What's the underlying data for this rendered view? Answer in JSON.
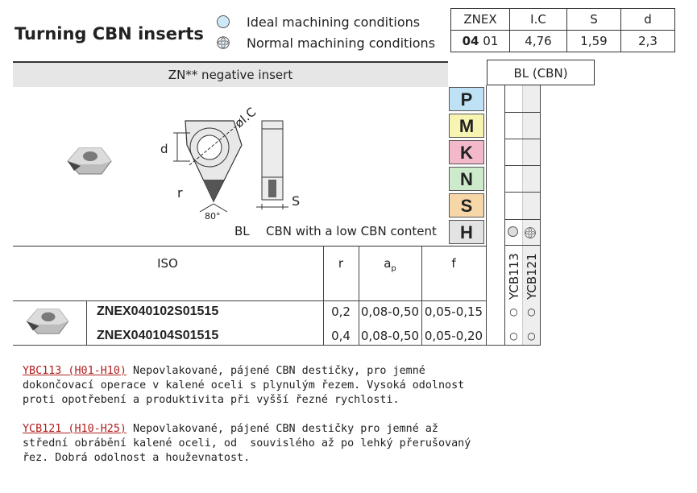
{
  "title": "Turning CBN inserts",
  "legend": {
    "ideal": "Ideal machining conditions",
    "normal": "Normal machining conditions"
  },
  "header_table": {
    "headers": [
      "ZNEX",
      "I.C",
      "S",
      "d"
    ],
    "code_bold": "04",
    "code_rest": "01",
    "values": [
      "4,76",
      "1,59",
      "2,3"
    ]
  },
  "band_label": "ZN** negative insert",
  "bl_label": "BL (CBN)",
  "materials": [
    {
      "letter": "P",
      "color": "#bfe1f5"
    },
    {
      "letter": "M",
      "color": "#f7f3b0"
    },
    {
      "letter": "K",
      "color": "#f3b9cb"
    },
    {
      "letter": "N",
      "color": "#cdeacb"
    },
    {
      "letter": "S",
      "color": "#f7d6a8"
    },
    {
      "letter": "H",
      "color": "#e3e3e3"
    }
  ],
  "drawing_labels": {
    "ic": "øI.C",
    "d": "d",
    "r": "r",
    "angle": "80°",
    "s": "S"
  },
  "bl_caption": {
    "code": "BL",
    "text": "CBN with a low CBN content"
  },
  "table_headers": {
    "iso": "ISO",
    "r": "r",
    "ap_main": "a",
    "ap_sub": "p",
    "f": "f"
  },
  "grades": [
    "YCB113",
    "YCB121"
  ],
  "rows": [
    {
      "code": "ZNEX040102S01515",
      "r": "0,2",
      "ap": "0,08-0,50",
      "f": "0,05-0,15",
      "m1": "○",
      "m2": "○"
    },
    {
      "code": "ZNEX040104S01515",
      "r": "0,4",
      "ap": "0,08-0,50",
      "f": "0,05-0,20",
      "m1": "○",
      "m2": "○"
    }
  ],
  "notes": [
    {
      "grade": "YBC113 (H01-H10)",
      "lines": [
        " Nepovlakované, pájené CBN destičky, pro jemné",
        "dokončovací operace v kalené oceli s plynulým řezem. Vysoká odolnost",
        "proti opotřebení a produktivita při vyšší řezné rychlosti."
      ]
    },
    {
      "grade": "YCB121 (H10-H25)",
      "lines": [
        " Nepovlakované, pájené CBN destičky pro jemné až",
        "střední obrábění kalené oceli, od  souvislého až po lehký přerušovaný",
        "řez. Dobrá odolnost a houževnatost."
      ]
    }
  ]
}
